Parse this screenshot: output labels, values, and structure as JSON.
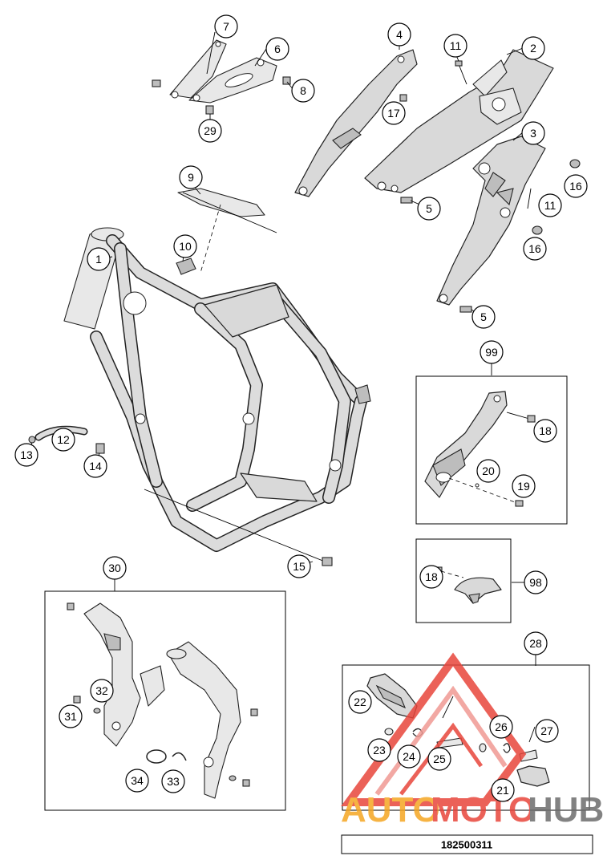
{
  "diagram": {
    "document_number": "182500311",
    "callouts": [
      "1",
      "2",
      "3",
      "4",
      "5",
      "6",
      "7",
      "8",
      "9",
      "10",
      "11",
      "12",
      "13",
      "14",
      "15",
      "16",
      "17",
      "18",
      "19",
      "20",
      "21",
      "22",
      "23",
      "24",
      "25",
      "26",
      "27",
      "28",
      "29",
      "30",
      "31",
      "32",
      "33",
      "34",
      "98",
      "99"
    ],
    "watermark": {
      "part1": "AUTO",
      "part2": "MOTO",
      "part3": "HUB",
      "colors": {
        "auto": "#f5a623",
        "moto": "#e8463c",
        "hub": "#6d6d6d"
      }
    },
    "colors": {
      "line": "#000000",
      "part_fill": "#d9d9d9",
      "background": "#ffffff"
    }
  }
}
